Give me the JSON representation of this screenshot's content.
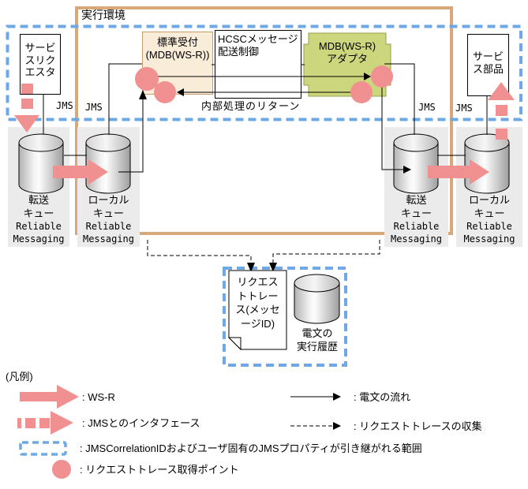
{
  "diagram": {
    "env_label": "実行環境",
    "service_requester": {
      "l1": "サービ",
      "l2": "スリク",
      "l3": "エスタ"
    },
    "standard_reception": {
      "l1": "標準受付",
      "l2": "(MDB(WS-R))"
    },
    "hcsc_control": {
      "l1": "HCSCメッセージ",
      "l2": "配送制御"
    },
    "mdb_adapter": {
      "l1": "MDB(WS-R)",
      "l2": "アダプタ"
    },
    "service_component": {
      "l1": "サービ",
      "l2": "ス部品"
    },
    "jms_label": "JMS",
    "internal_return_label": "内部処理のリターン",
    "queues": [
      {
        "l1": "転送",
        "l2": "キュー",
        "rm1": "Reliable",
        "rm2": "Messaging"
      },
      {
        "l1": "ローカル",
        "l2": "キュー",
        "rm1": "Reliable",
        "rm2": "Messaging"
      },
      {
        "l1": "転送",
        "l2": "キュー",
        "rm1": "Reliable",
        "rm2": "Messaging"
      },
      {
        "l1": "ローカル",
        "l2": "キュー",
        "rm1": "Reliable",
        "rm2": "Messaging"
      }
    ],
    "trace_doc": {
      "l1": "リクエス",
      "l2": "トトレー",
      "l3": "ス(メッセ",
      "l4": "ージID)"
    },
    "history": {
      "l1": "電文の",
      "l2": "実行履歴"
    }
  },
  "legend": {
    "heading": "(凡例)",
    "ws_r": ": WS-R",
    "jms_interface": ": JMSとのインタフェース",
    "jms_scope": ": JMSCorrelationIDおよびユーザ固有のJMSプロパティが引き継がれる範囲",
    "trace_point": ": リクエストトレース取得ポイント",
    "message_flow": ": 電文の流れ",
    "trace_collection": ": リクエストトレースの収集"
  },
  "icons": {
    "ws_r": "pink-solid-arrow",
    "jms_interface": "pink-dashed-arrow",
    "jms_scope": "blue-dashed-rect",
    "trace_point": "pink-circle",
    "message_flow": "black-solid-arrow",
    "trace_collection": "black-dashed-arrow"
  },
  "colors": {
    "pink": "#F09090",
    "blue_dashed": "#6FA8E6",
    "tan_border": "#D9A878",
    "adapter_green": "#CCD77D",
    "reception_fill": "#F9ECD9",
    "queue_box_gray": "#EBEBEB"
  }
}
